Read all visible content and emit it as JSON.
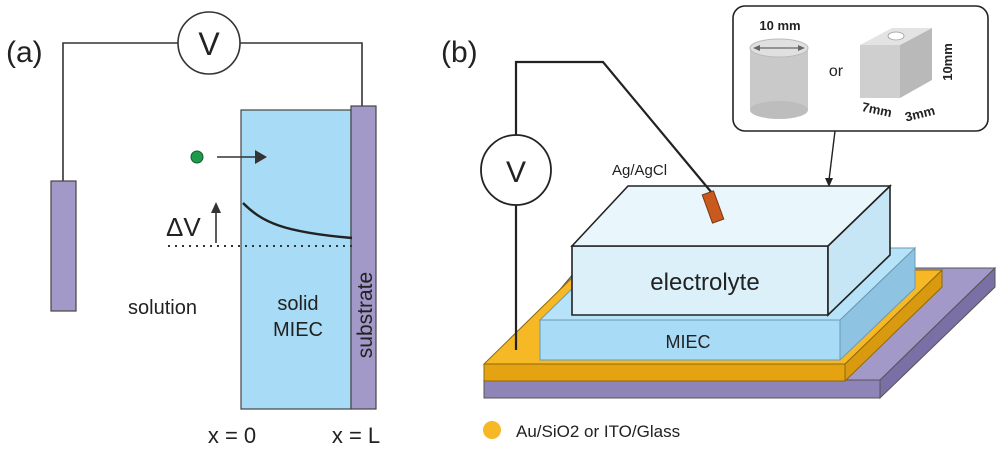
{
  "panel_a": {
    "label": "(a)",
    "voltmeter": "V",
    "delta_v": "ΔV",
    "solution": "solution",
    "solid_line1": "solid",
    "solid_line2": "MIEC",
    "substrate": "substrate",
    "x_zero": "x = 0",
    "x_L": "x = L"
  },
  "panel_b": {
    "label": "(b)",
    "voltmeter": "V",
    "reference_electrode": "Ag/AgCl",
    "electrolyte": "electrolyte",
    "miec": "MIEC",
    "inset": {
      "cylinder_dim": "10 mm",
      "or": "or",
      "box_height": "10mm",
      "box_width": "7mm",
      "box_depth": "3mm"
    },
    "legend": "Au/SiO2 or ITO/Glass"
  },
  "colors": {
    "miec_blue": "#a8dbf5",
    "substrate_purple": "#a399c9",
    "gold": "#f7b825",
    "electrode_orange": "#c85a1e",
    "particle_green": "#1d9a4a"
  }
}
